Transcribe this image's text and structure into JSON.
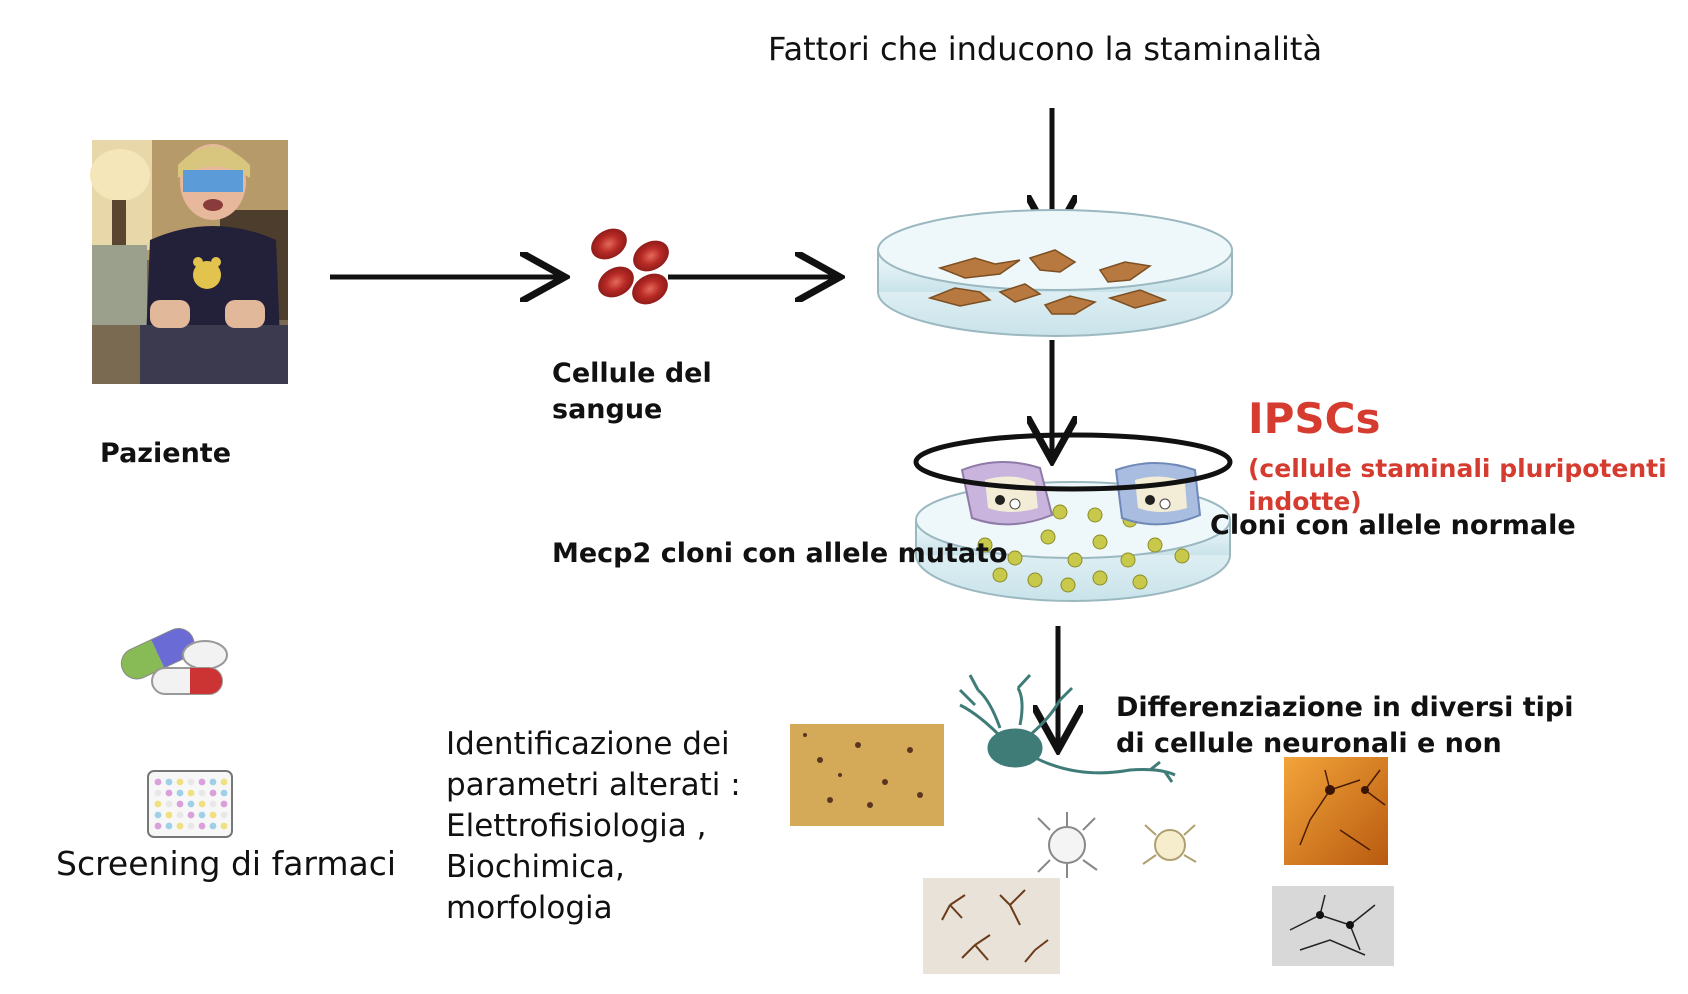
{
  "diagram": {
    "title": "Fattori che inducono la staminalità",
    "patient_label": "Paziente",
    "blood_cells_label": "Cellule del sangue",
    "ipsc_title": "IPSCs",
    "ipsc_subtitle": "(cellule staminali pluripotenti indotte)",
    "mutated_clones_label": "Mecp2 cloni con allele mutato",
    "normal_clones_label": "Cloni con allele normale",
    "differentiation_label": "Differenziazione in diversi tipi di cellule neuronali e non",
    "parameters_label": "Identificazione dei parametri alterati : Elettrofisiologia , Biochimica, morfologia",
    "screening_label": "Screening di farmaci"
  },
  "colors": {
    "ipsc_red": "#d63b30",
    "blood_red": "#c0302b",
    "fibroblast_brown": "#b7793f",
    "neuron_teal": "#3f7c78",
    "dish_blue": "#dceef2",
    "colony_yellow": "#c8c84a",
    "pill_red": "#cc3333",
    "pill_green": "#88bb55",
    "pill_blue": "#6b6bd6"
  }
}
